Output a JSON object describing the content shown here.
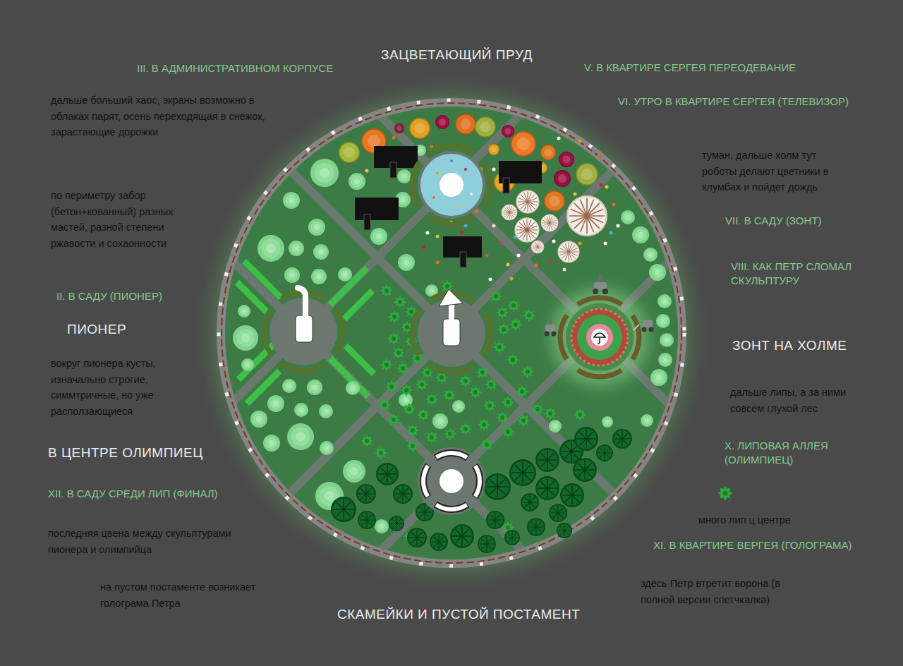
{
  "diagram": {
    "labels": [
      "ЗАЦВЕТАЮЩИЙ ПРУД",
      "III. В АДМИНИСТРАТИВНОМ КОРПУСЕ",
      "V. В КВАРТИРЕ СЕРГЕЯ ПЕРЕОДЕВАНИЕ",
      "дальше больший хаос, экраны возможно в облаках парят, осень переходящая в снежок, зарастающие дорожки",
      "VI. УТРО В КВАРТИРЕ СЕРГЕЯ (ТЕЛЕВИЗОР)",
      "туман, дальше холм тут роботы делают цветники в клумбах и пойдет дождь",
      "по периметру забор (бетон+кованный) разных мастей, разной степени ржавости и сохаонности",
      "VII. В САДУ (ЗОНТ)",
      "VIII. КАК ПЕТР СЛОМАЛ СКУЛЬПТУРУ",
      "II. В САДУ (ПИОНЕР)",
      "ПИОНЕР",
      "ЗОНТ НА ХОЛМЕ",
      "вокруг пионера кусты, изначально строгие, симмтричные, но уже расползающиеся",
      "дальше липы, а за ними совсем глухой лес",
      "X. ЛИПОВАЯ АЛЛЕЯ (ОЛИМПИЕЦ)",
      "В ЦЕНТРЕ ОЛИМПИЕЦ",
      "XII. В САДУ СРЕДИ ЛИП (ФИНАЛ)",
      "много лип ц центре",
      "последняя цвена между скульптурами пионера и олимпийца",
      "XI. В КВАРТИРЕ ВЕРГЕЯ (ГОЛОГРАМА)",
      "здесь Петр втретит ворона (в полной версии спетчкалка)",
      "на пустом постаменте возникает голограма Петра",
      "СКАМЕЙКИ И ПУСТОЙ ПОСТАМЕНТ"
    ]
  }
}
